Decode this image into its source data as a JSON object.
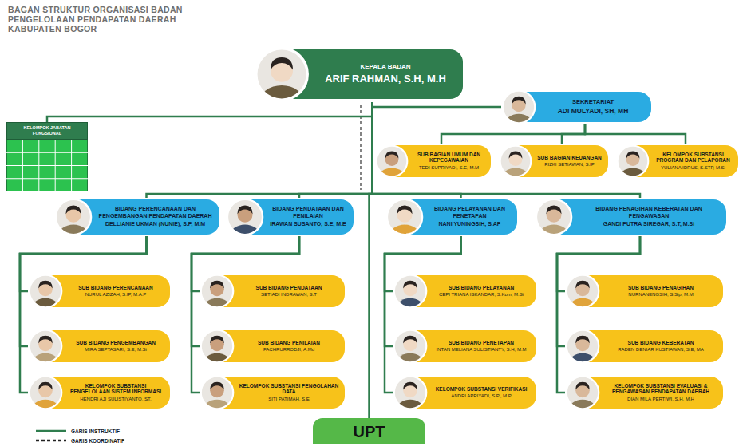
{
  "diagram": {
    "title": "BAGAN STRUKTUR ORGANISASI BADAN PENGELOLAAN PENDAPATAN DAERAH KABUPATEN BOGOR",
    "nodes": [
      {
        "text": [
          "KEPALA BADAN",
          "ARIF RAHMAN, S.H, M.H"
        ]
      },
      {
        "text": [
          "SEKRETARIAT",
          "ADI MULYADI, SH, MH"
        ]
      },
      {
        "text": [
          "KELOMPOK JABATAN FUNGSIONAL"
        ]
      },
      {
        "text": [
          "SUB BAGIAN UMUM DAN KEPEGAWAIAN",
          "TEDI SUPRIYADI, S.E, M.M"
        ]
      },
      {
        "text": [
          "SUB BAGIAN KEUANGAN",
          "RIZKI SETIAWAN, S.IP"
        ]
      },
      {
        "text": [
          "KELOMPOK SUBSTANSI PROGRAM DAN PELAPORAN",
          "YULIANA IDRUS, S.STP, M.Si"
        ]
      },
      {
        "text": [
          "BIDANG PERENCANAAN DAN PENGEMBANGAN PENDAPATAN DAERAH",
          "DELLIANIE UKMAN (NUNIE), S.P, M.M"
        ]
      },
      {
        "text": [
          "BIDANG PENDATAAN DAN PENILAIAN",
          "IRAWAN SUSANTO, S.E, M.E"
        ]
      },
      {
        "text": [
          "BIDANG PELAYANAN DAN PENETAPAN",
          "NANI YUNINGSIH, S.AP"
        ]
      },
      {
        "text": [
          "BIDANG PENAGIHAN KEBERATAN DAN PENGAWASAN",
          "GANDI PUTRA SIREGAR, S.T, M.Si"
        ]
      },
      {
        "text": [
          "SUB BIDANG PERENCANAAN",
          "NURUL AZIZAH, S.IP, M.A.P"
        ]
      },
      {
        "text": [
          "SUB BIDANG PENDATAAN",
          "SETIADI INDRAWAN, S.T"
        ]
      },
      {
        "text": [
          "SUB BIDANG PELAYANAN",
          "CEPI TRIANA ISKANDAR, S.Kom, M.Si"
        ]
      },
      {
        "text": [
          "SUB BIDANG PENAGIHAN",
          "NURNANENGSIH, S.Sip, M.M"
        ]
      },
      {
        "text": [
          "SUB BIDANG PENGEMBANGAN",
          "MIRA SEPTASARI, S.E, M.Si"
        ]
      },
      {
        "text": [
          "SUB BIDANG PENILAIAN",
          "FACHRURRODJI, A.Md"
        ]
      },
      {
        "text": [
          "SUB BIDANG PENETAPAN",
          "INTAN MELIANA SULISTIANTY, S.H, M.M"
        ]
      },
      {
        "text": [
          "SUB BIDANG KEBERATAN",
          "RADEN DENIAR KUSTIAWAN, S.E, MA"
        ]
      },
      {
        "text": [
          "KELOMPOK SUBSTANSI PENGELOLAAN SISTEM INFORMASI",
          "HENDRI AJI SULISTIYANTO, ST."
        ]
      },
      {
        "text": [
          "KELOMPOK SUBSTANSI PENGOLAHAN DATA",
          "SITI PATIMAH, S.E"
        ]
      },
      {
        "text": [
          "KELOMPOK SUBSTANSI VERIFIKASI",
          "ANDRI APRIYADI, S.P., M.P"
        ]
      },
      {
        "text": [
          "KELOMPOK SUBSTANSI EVALUASI & PENGAWASAN PENDAPATAN DAERAH",
          "DIAN MILA PERTIWI, S.H, M.H"
        ]
      },
      {
        "text": [
          "UPT"
        ]
      }
    ],
    "edges": [
      {
        "from": 0,
        "to": 1,
        "arrow": "none"
      },
      {
        "from": 0,
        "to": 2,
        "arrow": "none"
      },
      {
        "from": 0,
        "to": 6,
        "arrow": "none"
      },
      {
        "from": 0,
        "to": 7,
        "arrow": "none"
      },
      {
        "from": 0,
        "to": 8,
        "arrow": "none"
      },
      {
        "from": 0,
        "to": 9,
        "arrow": "none"
      },
      {
        "from": 0,
        "to": 22,
        "arrow": "none"
      },
      {
        "from": 1,
        "to": 3,
        "arrow": "none"
      },
      {
        "from": 1,
        "to": 4,
        "arrow": "none"
      },
      {
        "from": 1,
        "to": 5,
        "arrow": "none"
      },
      {
        "from": 6,
        "to": 10,
        "arrow": "none"
      },
      {
        "from": 6,
        "to": 14,
        "arrow": "none"
      },
      {
        "from": 6,
        "to": 18,
        "arrow": "none"
      },
      {
        "from": 7,
        "to": 11,
        "arrow": "none"
      },
      {
        "from": 7,
        "to": 15,
        "arrow": "none"
      },
      {
        "from": 7,
        "to": 19,
        "arrow": "none"
      },
      {
        "from": 8,
        "to": 12,
        "arrow": "none"
      },
      {
        "from": 8,
        "to": 16,
        "arrow": "none"
      },
      {
        "from": 8,
        "to": 20,
        "arrow": "none"
      },
      {
        "from": 9,
        "to": 13,
        "arrow": "none"
      },
      {
        "from": 9,
        "to": 17,
        "arrow": "none"
      },
      {
        "from": 9,
        "to": 21,
        "arrow": "none"
      }
    ],
    "legend": [
      {
        "text": "GARIS INSTRUKTIF"
      },
      {
        "text": "GARIS KOORDINATIF"
      }
    ]
  }
}
